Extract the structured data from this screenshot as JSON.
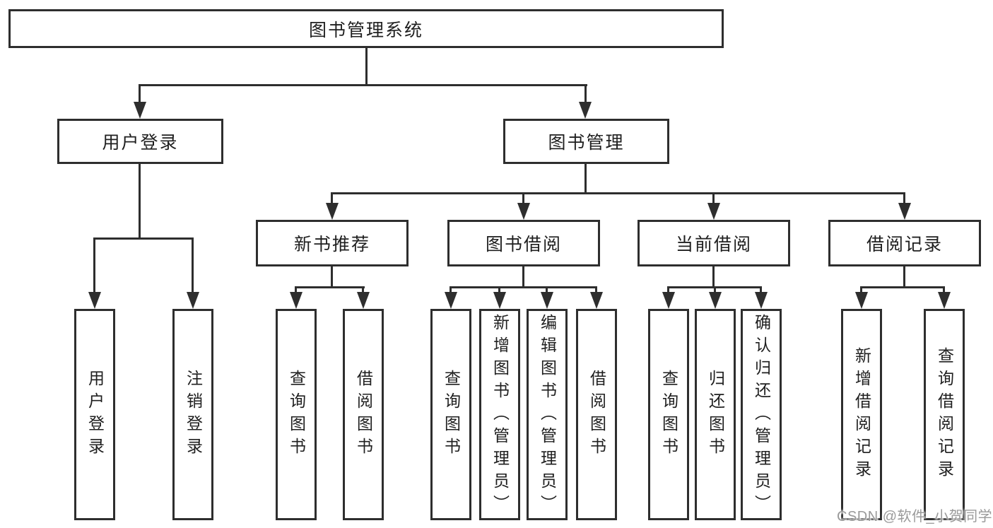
{
  "diagram_title": "图书管理系统",
  "tree": {
    "label": "图书管理系统",
    "children": [
      {
        "label": "用户登录",
        "children": [
          {
            "label": "用户登录"
          },
          {
            "label": "注销登录"
          }
        ]
      },
      {
        "label": "图书管理",
        "children": [
          {
            "label": "新书推荐",
            "children": [
              {
                "label": "查询图书"
              },
              {
                "label": "借阅图书"
              }
            ]
          },
          {
            "label": "图书借阅",
            "children": [
              {
                "label": "查询图书"
              },
              {
                "label": "新增图书（管理员）"
              },
              {
                "label": "编辑图书（管理员）"
              },
              {
                "label": "借阅图书"
              }
            ]
          },
          {
            "label": "当前借阅",
            "children": [
              {
                "label": "查询图书"
              },
              {
                "label": "归还图书"
              },
              {
                "label": "确认归还（管理员）"
              }
            ]
          },
          {
            "label": "借阅记录",
            "children": [
              {
                "label": "新增借阅记录"
              },
              {
                "label": "查询借阅记录"
              }
            ]
          }
        ]
      }
    ]
  },
  "watermark": "CSDN @软件_小贺同学",
  "colors": {
    "line": "#2e2e2e",
    "text": "#1f1f1f",
    "watermark": "#9a9a9a",
    "background": "#ffffff"
  }
}
